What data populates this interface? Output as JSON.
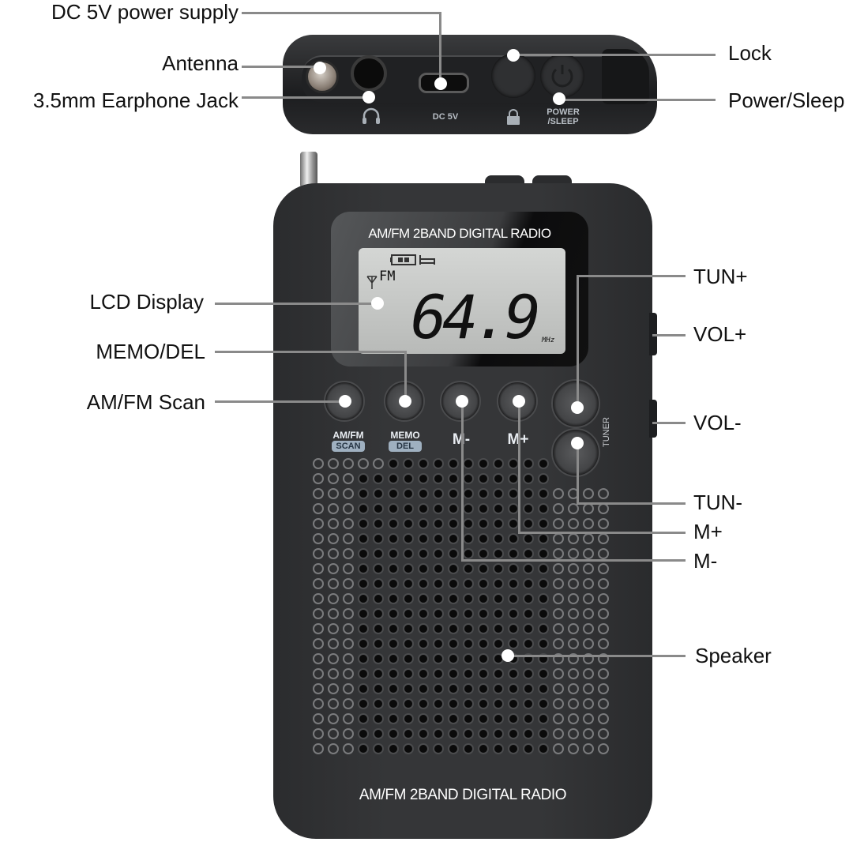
{
  "diagram": {
    "subject": "AM/FM pocket digital radio - parts callout diagram",
    "top_view": {
      "labels": {
        "dc_power": "DC 5V power supply",
        "antenna": "Antenna",
        "earphone": "3.5mm Earphone Jack",
        "lock": "Lock",
        "power_sleep": "Power/Sleep"
      },
      "printed": {
        "dc5v": "DC 5V",
        "power": "POWER",
        "sleep": "/SLEEP"
      }
    },
    "front_view": {
      "labels": {
        "lcd": "LCD Display",
        "memo_del": "MEMO/DEL",
        "scan": "AM/FM Scan",
        "tun_plus": "TUN+",
        "vol_plus": "VOL+",
        "vol_minus": "VOL-",
        "tun_minus": "TUN-",
        "m_plus": "M+",
        "m_minus": "M-",
        "speaker": "Speaker"
      },
      "lcd_title": "AM/FM 2BAND DIGITAL RADIO",
      "display": {
        "band": "FM",
        "frequency": "64.9",
        "unit": "MHz"
      },
      "buttons": {
        "scan_top": "AM/FM",
        "scan_pill": "SCAN",
        "memo_top": "MEMO",
        "memo_pill": "DEL",
        "m_minus": "M-",
        "m_plus": "M+",
        "tuner": "TUNER"
      },
      "bottom_text": "AM/FM 2BAND DIGITAL RADIO"
    },
    "colors": {
      "body": "#333436",
      "callout_line": "#8a8a8a",
      "lcd": "#c6c8c6",
      "pill": "#9fb0c0"
    }
  }
}
